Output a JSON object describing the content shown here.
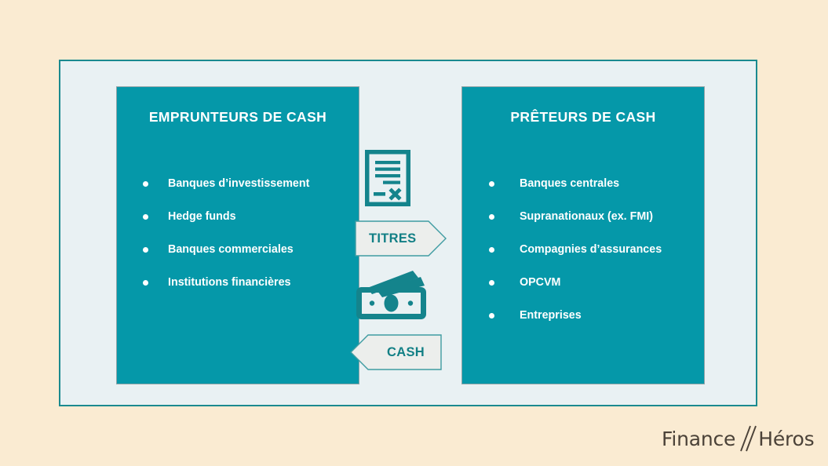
{
  "colors": {
    "background": "#faebd2",
    "frame_border": "#1a8a8f",
    "frame_fill": "#e9f1f3",
    "panel_fill": "#0598a9",
    "panel_text": "#ffffff",
    "arrow_fill": "#eceeec",
    "arrow_border": "#3f9ca2",
    "arrow_text": "#127f85",
    "icon_teal": "#14848c",
    "logo_text": "#4b4238"
  },
  "diagram": {
    "left_panel": {
      "title": "EMPRUNTEURS DE CASH",
      "items": [
        "Banques d’investissement",
        "Hedge funds",
        "Banques commerciales",
        "Institutions financières"
      ]
    },
    "right_panel": {
      "title": "PRÊTEURS DE CASH",
      "items": [
        "Banques centrales",
        "Supranationaux (ex. FMI)",
        "Compagnies d’assurances",
        "OPCVM",
        "Entreprises"
      ]
    },
    "flows": [
      {
        "label": "TITRES",
        "direction": "right",
        "icon": "document-icon"
      },
      {
        "label": "CASH",
        "direction": "left",
        "icon": "banknote-icon"
      }
    ]
  },
  "branding": {
    "name_first": "Finance",
    "name_second": "Héros"
  }
}
